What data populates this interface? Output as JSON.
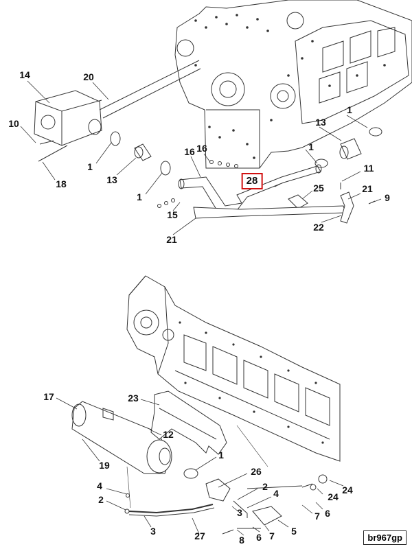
{
  "diagram": {
    "reference_code": "br967gp",
    "highlighted_callout": "28",
    "highlight_color": "#d11111",
    "top_view_callouts": [
      "14",
      "20",
      "10",
      "18",
      "1",
      "13",
      "1",
      "16",
      "16",
      "28",
      "15",
      "21",
      "1",
      "13",
      "1",
      "11",
      "25",
      "21",
      "9",
      "22"
    ],
    "bottom_view_callouts": [
      "17",
      "23",
      "12",
      "19",
      "1",
      "4",
      "2",
      "26",
      "2",
      "4",
      "3",
      "24",
      "24",
      "7",
      "6",
      "3",
      "27",
      "5",
      "8",
      "6",
      "7"
    ]
  }
}
